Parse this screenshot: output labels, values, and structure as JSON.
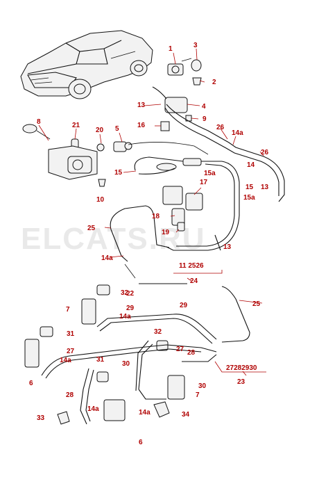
{
  "watermark": "ELCATS.RU",
  "colors": {
    "callout": "#b00000",
    "line": "#111111",
    "watermark": "#e9e9e9"
  },
  "callouts": {
    "c1": "1",
    "c2": "2",
    "c3": "3",
    "c4": "4",
    "c5": "5",
    "c6a": "6",
    "c6b": "6",
    "c7a": "7",
    "c7b": "7",
    "c8": "8",
    "c9": "9",
    "c10": "10",
    "c11_25_26": "11 2526",
    "c13a": "13",
    "c13b": "13",
    "c13c": "13",
    "c14a_1": "14a",
    "c14_top": "14",
    "c14a_2": "14a",
    "c14a_3": "14a",
    "c14a_4": "14a",
    "c14a_5": "14a",
    "c14a_6": "14a",
    "c15a": "15",
    "c15b": "15",
    "c15a_1": "15a",
    "c15a_2": "15a",
    "c16": "16",
    "c17": "17",
    "c18": "18",
    "c19": "19",
    "c20": "20",
    "c21": "21",
    "c22": "22",
    "c23": "23",
    "c24": "24",
    "c25a": "25",
    "c25b": "25",
    "c26a": "26",
    "c26b": "26",
    "c27a": "27",
    "c27b": "27",
    "c27_28_29_30": "27282930",
    "c28a": "28",
    "c28b": "28",
    "c29a": "29",
    "c29b": "29",
    "c30a": "30",
    "c30b": "30",
    "c31a": "31",
    "c31b": "31",
    "c32a": "32",
    "c32b": "32",
    "c33": "33",
    "c34": "34"
  }
}
